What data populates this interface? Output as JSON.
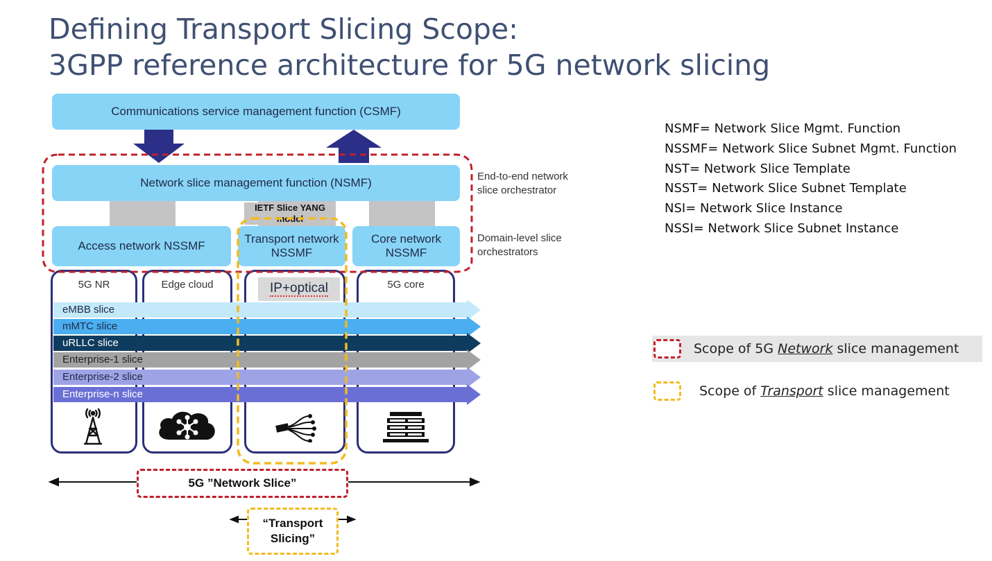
{
  "title": {
    "line1": "Defining Transport Slicing Scope:",
    "line2": "3GPP reference architecture for 5G network slicing"
  },
  "diagram": {
    "csmf": "Communications service management function (CSMF)",
    "nsmf": "Network slice management function (NSMF)",
    "ietf_label": "IETF Slice YANG model",
    "access_nssmf": "Access network NSSMF",
    "transport_nssmf": "Transport network NSSMF",
    "core_nssmf": "Core network NSSMF",
    "e2e_label": "End-to-end network slice orchestrator",
    "domain_label": "Domain-level slice orchestrators",
    "columns": [
      "5G NR",
      "Edge cloud",
      "IP+optical",
      "5G core"
    ],
    "slices": [
      {
        "label": "eMBB slice",
        "color": "#c4e9fb",
        "text": "#1f2a44"
      },
      {
        "label": "mMTC slice",
        "color": "#4aaef0",
        "text": "#1f2a44"
      },
      {
        "label": "uRLLC slice",
        "color": "#0f3c5e",
        "text": "#ffffff"
      },
      {
        "label": "Enterprise-1 slice",
        "color": "#a3a3a3",
        "text": "#222222"
      },
      {
        "label": "Enterprise-2 slice",
        "color": "#9ea3e6",
        "text": "#1f2a44"
      },
      {
        "label": "Enterprise-n slice",
        "color": "#6a6fd6",
        "text": "#ffffff"
      }
    ],
    "icons": [
      "antenna-tower-icon",
      "cloud-network-icon",
      "fiber-optic-icon",
      "server-rack-icon"
    ],
    "network_slice_label": "5G ”Network Slice”",
    "transport_slicing_label": "“Transport Slicing”"
  },
  "abbreviations": [
    "NSMF= Network Slice Mgmt. Function",
    "NSSMF= Network Slice Subnet Mgmt. Function",
    "NST= Network Slice Template",
    "NSST= Network Slice Subnet Template",
    "NSI= Network Slice Instance",
    "NSSI= Network Slice Subnet Instance"
  ],
  "legend": {
    "network": {
      "pre": "Scope of 5G ",
      "em": "Network",
      "post": " slice management",
      "color": "#c0202a"
    },
    "transport": {
      "pre": "Scope of ",
      "em": "Transport",
      "post": " slice management",
      "color": "#f2bb1f"
    }
  }
}
